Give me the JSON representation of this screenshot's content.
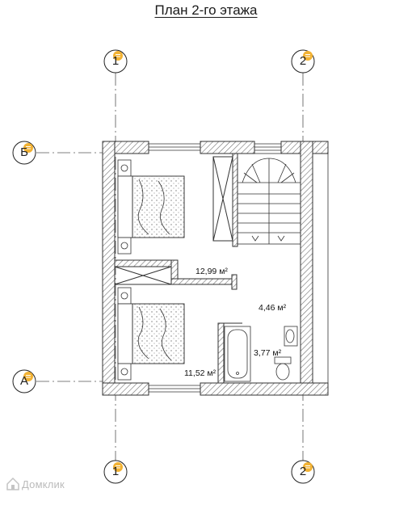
{
  "title": "План 2-го этажа",
  "axes": {
    "vertical": [
      "1",
      "2"
    ],
    "horizontal": [
      "Б",
      "А"
    ]
  },
  "rooms": [
    {
      "name": "bedroom-1",
      "area": "12,99 м²"
    },
    {
      "name": "hall",
      "area": "4,46 м²"
    },
    {
      "name": "bathroom",
      "area": "3,77 м²"
    },
    {
      "name": "bedroom-2",
      "area": "11,52 м²"
    }
  ],
  "watermark": "Домклик",
  "colors": {
    "wall_hatch": "#6f6f6f",
    "line": "#333333",
    "axis_dash": "#555555",
    "marker": "#f2b233",
    "watermark": "#bbbbbb"
  },
  "icons": [
    "note-marker-icon",
    "bed-icon",
    "toilet-icon",
    "sink-icon",
    "bathtub-icon",
    "staircase-icon"
  ]
}
